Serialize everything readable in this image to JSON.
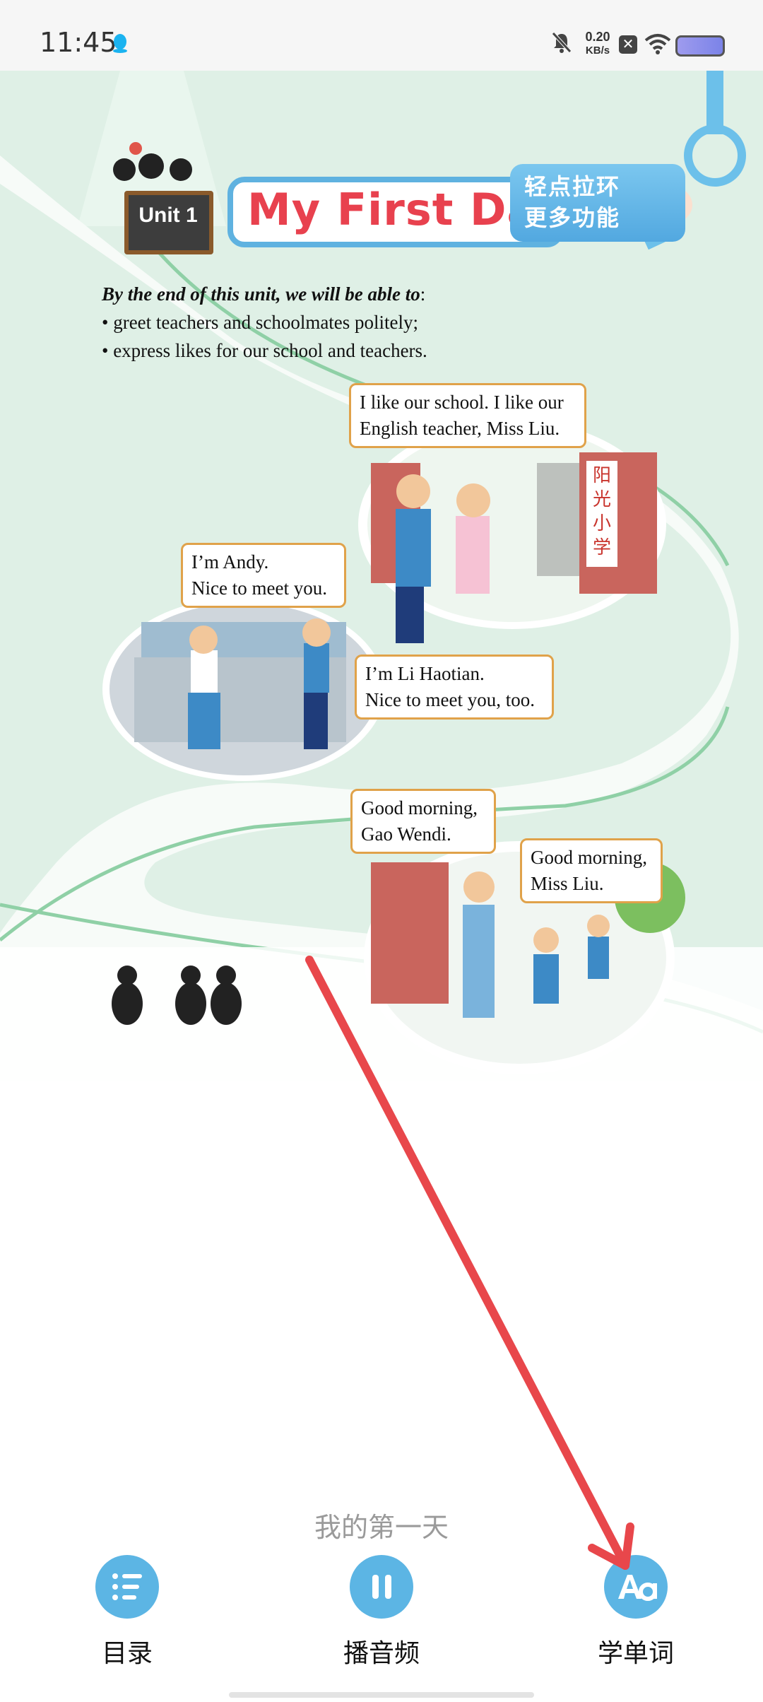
{
  "status_bar": {
    "time": "11:45",
    "net_speed_value": "0.20",
    "net_speed_unit": "KB/s",
    "icons": [
      "qq-icon",
      "mute-icon",
      "close-box-icon",
      "wifi-icon",
      "battery-icon"
    ]
  },
  "page": {
    "unit_label": "Unit 1",
    "unit_title": "My First Day",
    "hint_banner": "轻点拉环更多功能",
    "objectives_lead": "By the end of this unit, we will be able to",
    "objectives": [
      "• greet teachers and schoolmates politely;",
      "• express likes for our school and teachers."
    ],
    "bubbles": [
      {
        "line1": "I like our school. I like our",
        "line2": "English teacher, Miss Liu."
      },
      {
        "line1": "I’m Andy.",
        "line2": "Nice to meet you."
      },
      {
        "line1": "I’m Li Haotian.",
        "line2": "Nice to meet you, too."
      },
      {
        "line1": "Good morning,",
        "line2": "Gao Wendi."
      },
      {
        "line1": "Good morning,",
        "line2": "Miss Liu."
      }
    ],
    "school_sign": "阳光小学",
    "accent_color": "#5cb5e4",
    "title_color": "#e8414e"
  },
  "bottom": {
    "subtitle": "我的第一天",
    "nav": [
      {
        "label": "目录",
        "icon": "list-icon"
      },
      {
        "label": "播音频",
        "icon": "pause-icon"
      },
      {
        "label": "学单词",
        "icon": "aa-icon"
      }
    ]
  }
}
